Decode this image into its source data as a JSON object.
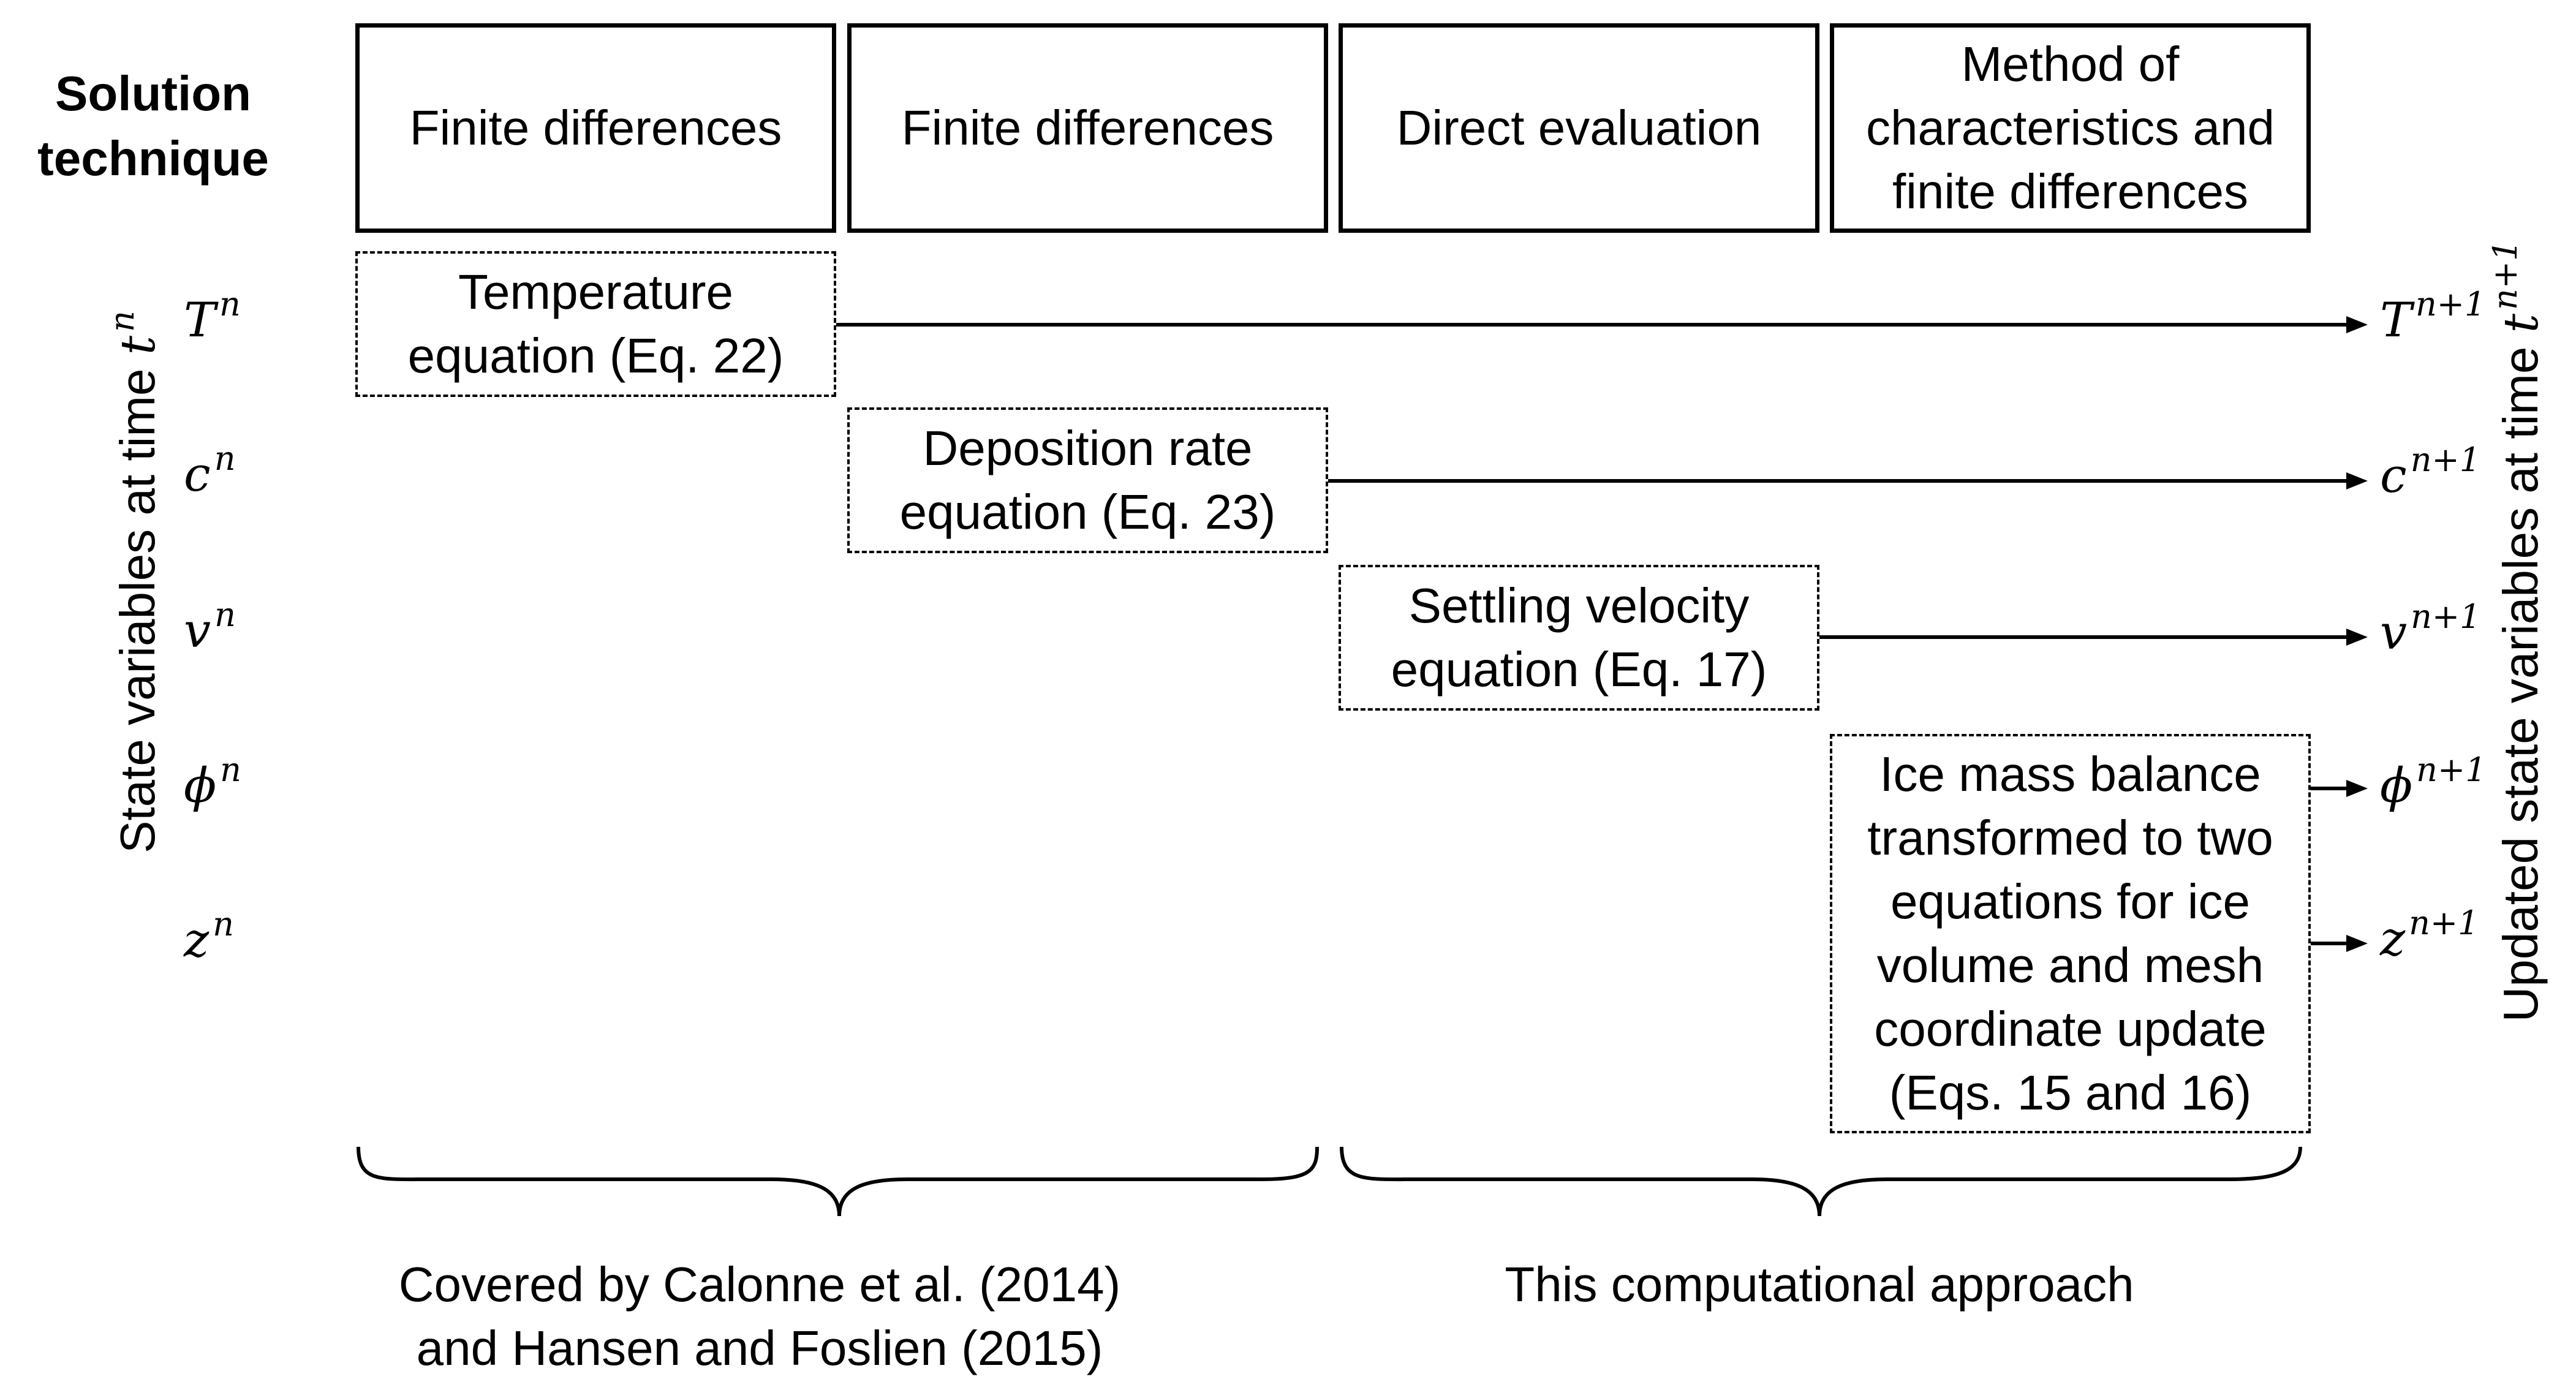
{
  "header_label": "Solution\ntechnique",
  "techniques": [
    "Finite differences",
    "Finite differences",
    "Direct evaluation",
    "Method of\ncharacteristics and\nfinite differences"
  ],
  "left_axis_label": "State variables at time",
  "right_axis_label": "Updated state variables at time",
  "time_symbol": {
    "base": "t",
    "n": "n",
    "n1": "n+1"
  },
  "variables": [
    {
      "symbol": "T",
      "sup_left": "n",
      "sup_right": "n+1"
    },
    {
      "symbol": "c",
      "sup_left": "n",
      "sup_right": "n+1"
    },
    {
      "symbol": "v",
      "sup_left": "n",
      "sup_right": "n+1"
    },
    {
      "symbol": "ϕ",
      "sup_left": "n",
      "sup_right": "n+1"
    },
    {
      "symbol": "z",
      "sup_left": "n",
      "sup_right": "n+1"
    }
  ],
  "equations": [
    "Temperature\nequation (Eq. 22)",
    "Deposition rate\nequation (Eq. 23)",
    "Settling velocity\nequation (Eq. 17)",
    "Ice mass balance\ntransformed to two\nequations for ice\nvolume and mesh\ncoordinate update\n(Eqs. 15 and 16)"
  ],
  "captions": [
    "Covered by Calonne et al. (2014)\nand Hansen and Foslien (2015)",
    "This computational approach"
  ]
}
